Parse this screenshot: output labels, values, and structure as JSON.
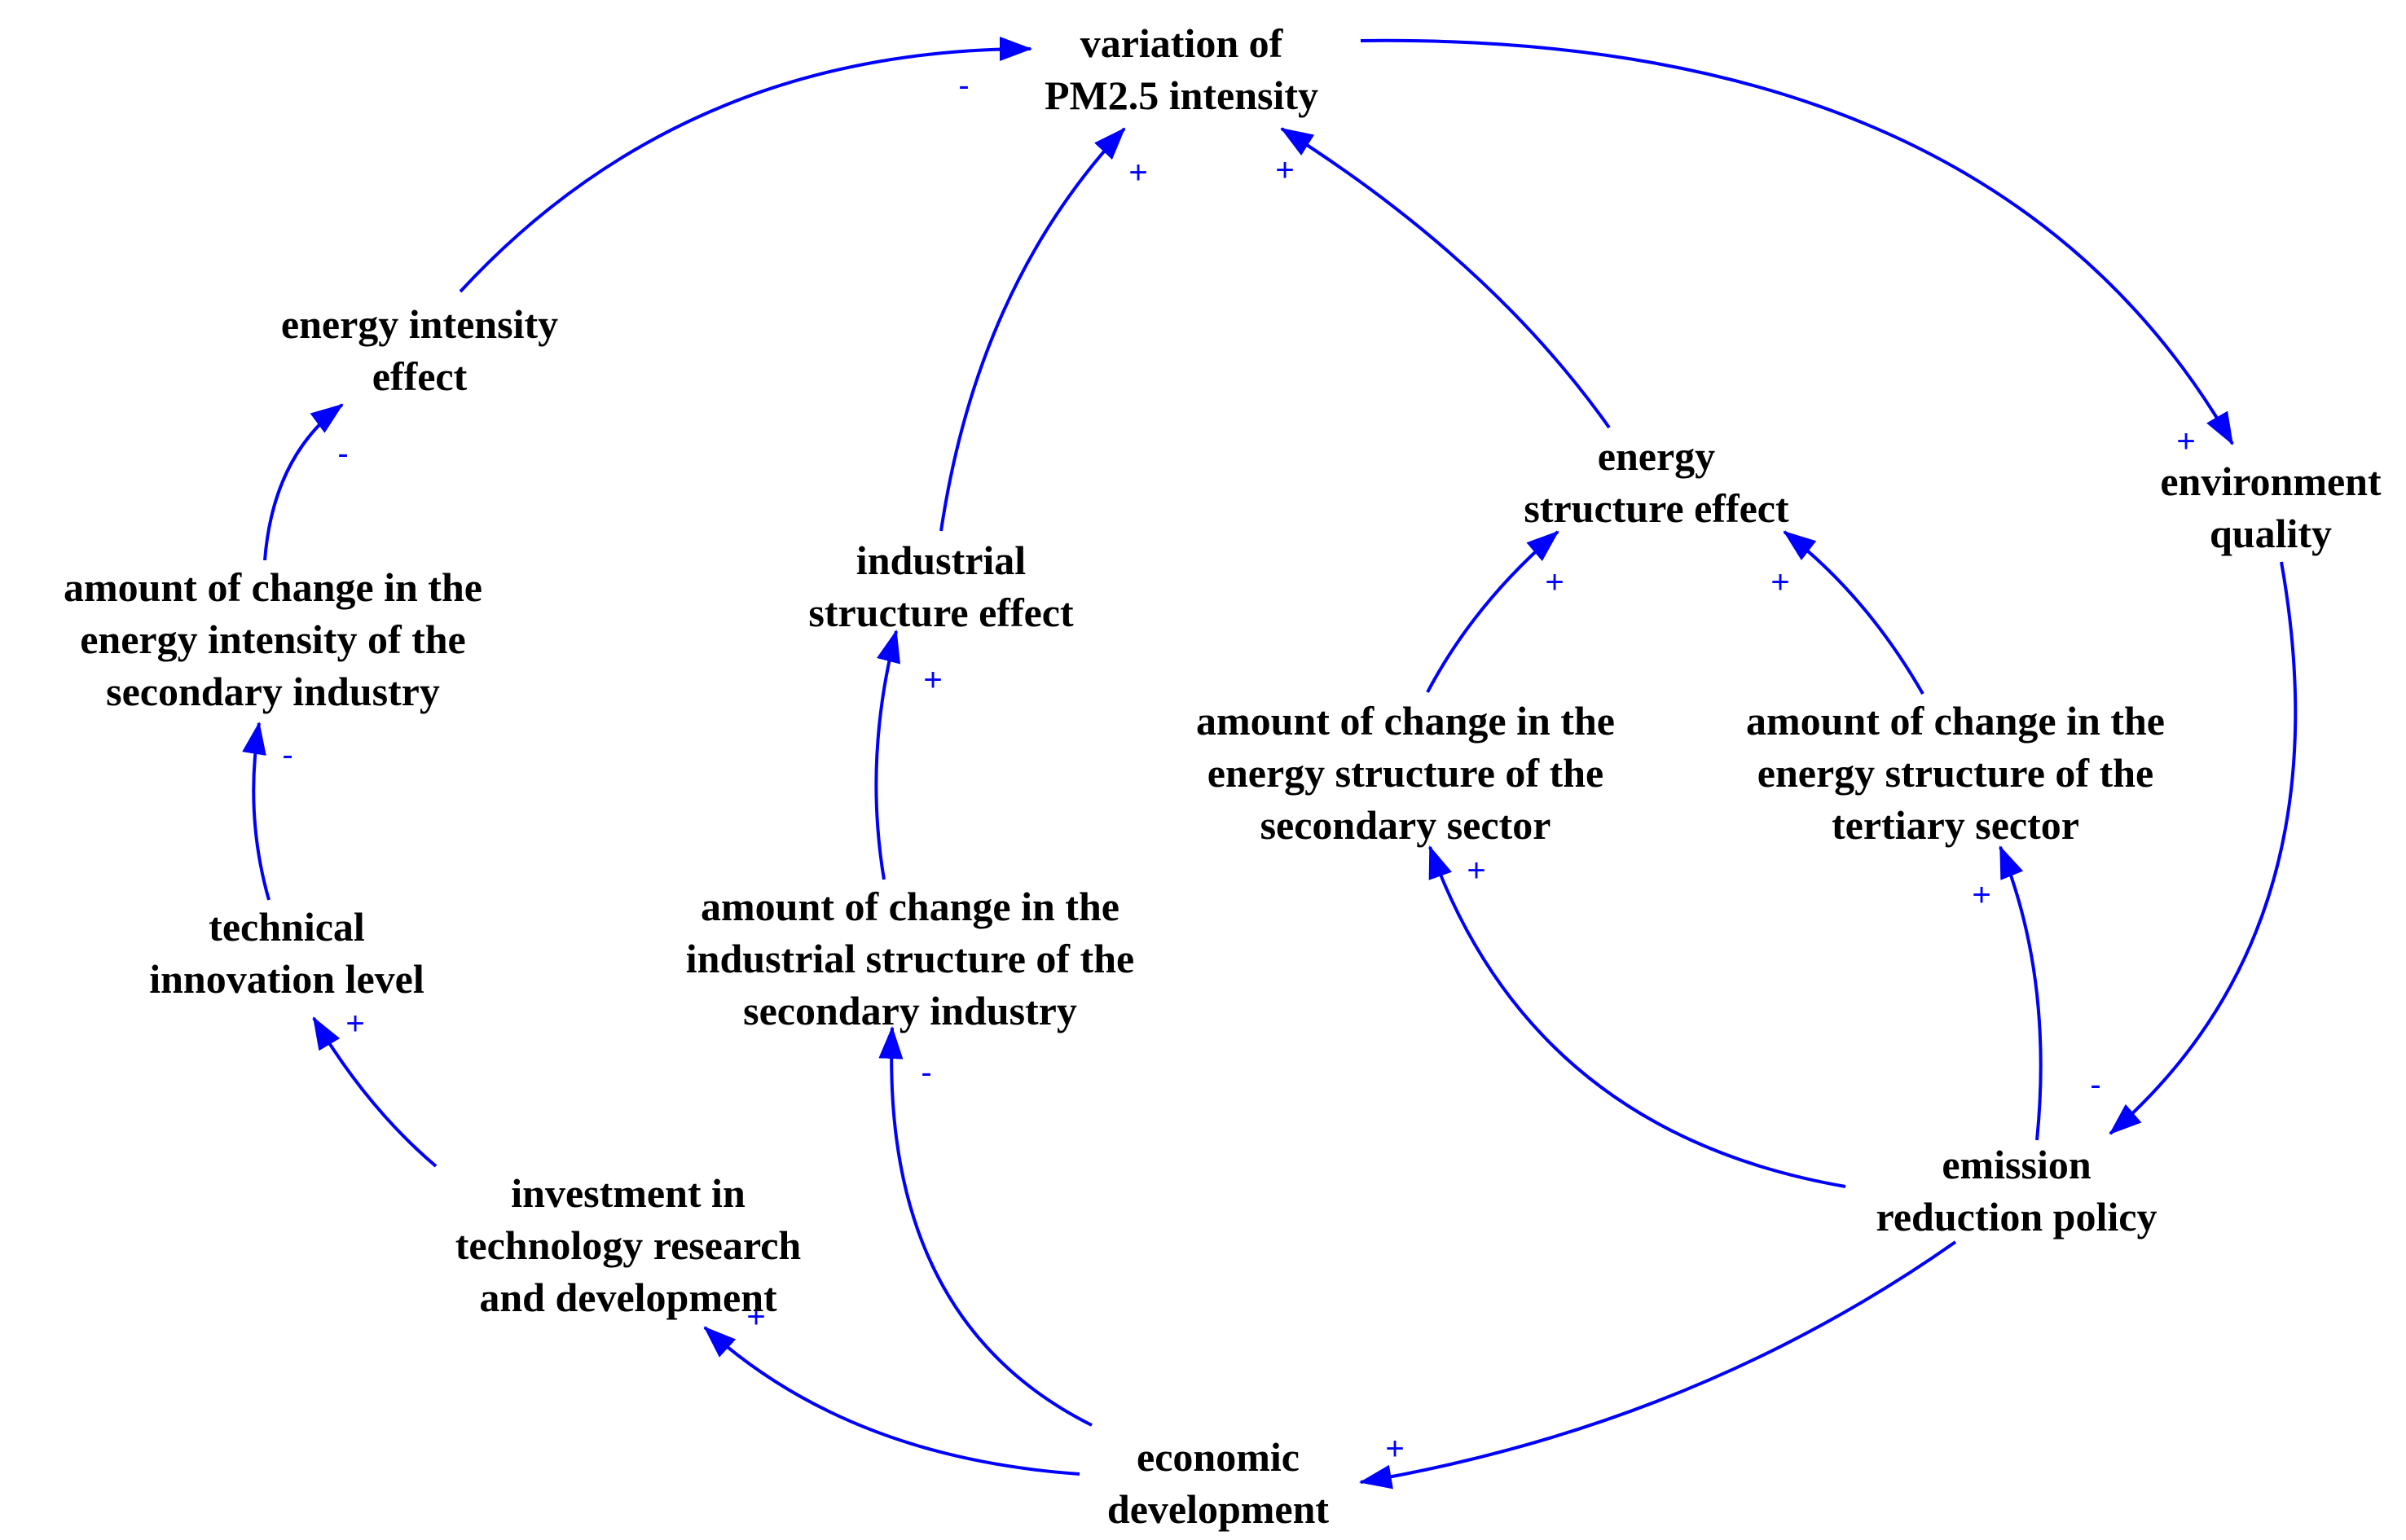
{
  "nodes": {
    "pm25": [
      "variation of",
      "PM2.5 intensity"
    ],
    "energy_intensity_effect": [
      "energy intensity",
      "effect"
    ],
    "change_energy_intensity": [
      "amount of change in the",
      "energy intensity of the",
      "secondary industry"
    ],
    "technical_innovation": [
      "technical",
      "innovation level"
    ],
    "investment_rd": [
      "investment in",
      "technology research",
      "and development"
    ],
    "economic_development": [
      "economic",
      "development"
    ],
    "industrial_structure_effect": [
      "industrial",
      "structure effect"
    ],
    "change_industrial_structure": [
      "amount of change in the",
      "industrial structure of the",
      "secondary industry"
    ],
    "energy_structure_effect": [
      "energy",
      "structure effect"
    ],
    "change_energy_structure_secondary": [
      "amount of change in the",
      "energy structure of the",
      "secondary sector"
    ],
    "change_energy_structure_tertiary": [
      "amount of change in the",
      "energy structure of the",
      "tertiary sector"
    ],
    "environment_quality": [
      "environment",
      "quality"
    ],
    "emission_policy": [
      "emission",
      "reduction policy"
    ]
  },
  "links": [
    {
      "from": "energy_intensity_effect",
      "to": "pm25",
      "polarity": "-"
    },
    {
      "from": "industrial_structure_effect",
      "to": "pm25",
      "polarity": "+"
    },
    {
      "from": "energy_structure_effect",
      "to": "pm25",
      "polarity": "+"
    },
    {
      "from": "pm25",
      "to": "environment_quality",
      "polarity": "+"
    },
    {
      "from": "change_energy_intensity",
      "to": "energy_intensity_effect",
      "polarity": "-"
    },
    {
      "from": "technical_innovation",
      "to": "change_energy_intensity",
      "polarity": "-"
    },
    {
      "from": "investment_rd",
      "to": "technical_innovation",
      "polarity": "+"
    },
    {
      "from": "economic_development",
      "to": "investment_rd",
      "polarity": "+"
    },
    {
      "from": "economic_development",
      "to": "change_industrial_structure",
      "polarity": "-"
    },
    {
      "from": "change_industrial_structure",
      "to": "industrial_structure_effect",
      "polarity": "+"
    },
    {
      "from": "change_energy_structure_secondary",
      "to": "energy_structure_effect",
      "polarity": "+"
    },
    {
      "from": "change_energy_structure_tertiary",
      "to": "energy_structure_effect",
      "polarity": "+"
    },
    {
      "from": "emission_policy",
      "to": "change_energy_structure_secondary",
      "polarity": "+"
    },
    {
      "from": "emission_policy",
      "to": "change_energy_structure_tertiary",
      "polarity": "+"
    },
    {
      "from": "environment_quality",
      "to": "emission_policy",
      "polarity": "-"
    },
    {
      "from": "emission_policy",
      "to": "economic_development",
      "polarity": "+"
    }
  ],
  "colors": {
    "link": "#0000ff",
    "text": "#000000",
    "background": "#ffffff"
  }
}
